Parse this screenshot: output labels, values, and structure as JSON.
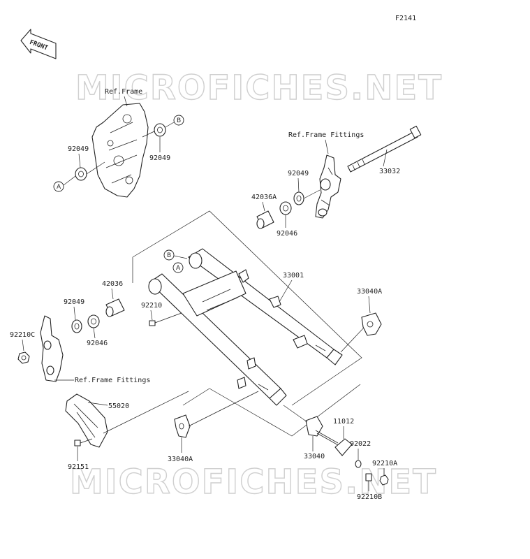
{
  "diagram_code": "F2141",
  "front_badge": "FRONT",
  "watermark": "MICROFICHES.NET",
  "refs": {
    "frame": "Ref.Frame",
    "frame_fittings_top": "Ref.Frame Fittings",
    "frame_fittings_bottom": "Ref.Frame Fittings"
  },
  "callouts": {
    "a": "A",
    "b": "B"
  },
  "parts": {
    "p92049_a": "92049",
    "p92049_b": "92049",
    "p92049_c": "92049",
    "p92049_d": "92049",
    "p33032": "33032",
    "p42036a": "42036A",
    "p92046_a": "92046",
    "p92046_b": "92046",
    "p33001": "33001",
    "p42036": "42036",
    "p92210": "92210",
    "p33040a_a": "33040A",
    "p33040a_b": "33040A",
    "p92210c": "92210C",
    "p55020": "55020",
    "p92151": "92151",
    "p33040": "33040",
    "p11012": "11012",
    "p92022": "92022",
    "p92210a": "92210A",
    "p92210b": "92210B"
  }
}
